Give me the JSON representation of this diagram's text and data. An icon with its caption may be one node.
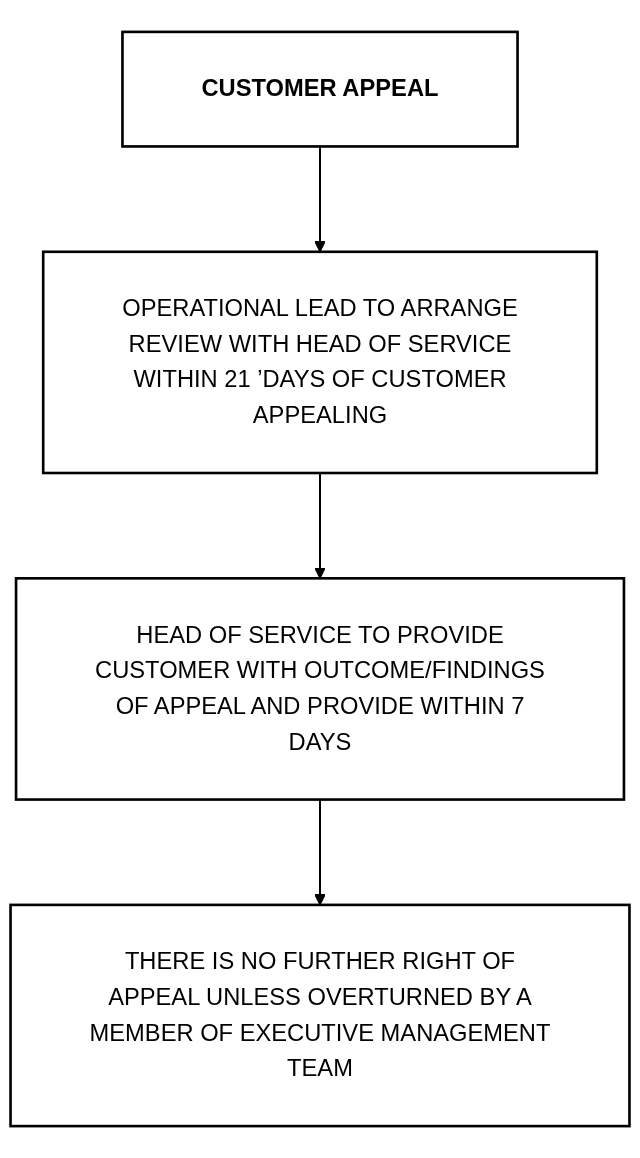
{
  "diagram": {
    "nodes": [
      {
        "text": [
          "CUSTOMER APPEAL"
        ]
      },
      {
        "text": [
          "OPERATIONAL LEAD TO ARRANGE REVIEW WITH HEAD OF SERVICE WITHIN 21 ’DAYS OF CUSTOMER APPEALING"
        ]
      },
      {
        "text": [
          "HEAD OF SERVICE TO PROVIDE CUSTOMER WITH OUTCOME/FINDINGS OF APPEAL AND PROVIDE WITHIN 7 DAYS"
        ]
      },
      {
        "text": [
          "THERE IS NO FURTHER RIGHT OF APPEAL UNLESS OVERTURNED BY A MEMBER OF EXECUTIVE MANAGEMENT TEAM"
        ]
      }
    ],
    "edges": [
      {
        "from": 0,
        "to": 1,
        "arrow": "to"
      },
      {
        "from": 1,
        "to": 2,
        "arrow": "to"
      },
      {
        "from": 2,
        "to": 3,
        "arrow": "to"
      }
    ]
  }
}
